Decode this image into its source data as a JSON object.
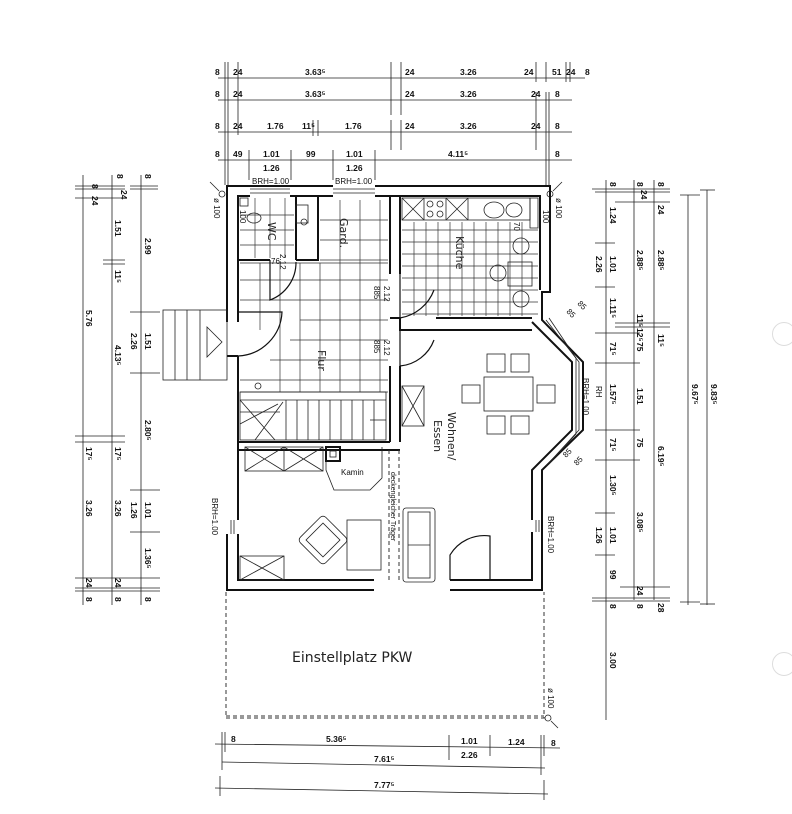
{
  "drawing": {
    "title": "Grundriss Erdgeschoss",
    "rooms": {
      "wc": "WC",
      "gard": "Gard.",
      "kueche": "Küche",
      "flur": "Flur",
      "wohnen": "Wohnen/",
      "essen": "Essen",
      "kamin": "Kamin",
      "traeger": "deckengleicher Träger",
      "carport": "Einstellplatz PKW"
    },
    "annotations": {
      "brh_top_left": "BRH=1.00",
      "brh_top_mid": "BRH=1.00",
      "brh_left": "BRH=1.00",
      "brh_right": "BRH=1.00",
      "brh_bay": "BRH=1.00",
      "rh": "RH",
      "door_wc_w": "76",
      "door_wc_h": "2.12",
      "door_gard_w": "885",
      "door_gard_h": "2.12",
      "door_wohn_w": "885",
      "door_wohn_h": "2.12",
      "wc_window": "100",
      "kitchen_window": "100",
      "kitchen_70": "70",
      "pipe_tl": "ø 100",
      "pipe_tr": "ø 100",
      "pipe_br": "ø 100",
      "bay_top_a": "85",
      "bay_top_b": "85",
      "bay_bot_a": "85",
      "bay_bot_b": "85"
    },
    "dims_top": {
      "row1": [
        "8",
        "24",
        "3.63⁵",
        "24",
        "3.26",
        "24",
        "51",
        "24",
        "8"
      ],
      "row2": [
        "8",
        "24",
        "3.63⁵",
        "24",
        "3.26",
        "24",
        "8"
      ],
      "row3": [
        "8",
        "24",
        "1.76",
        "11⁵",
        "1.76",
        "24",
        "3.26",
        "24",
        "8"
      ],
      "row4": [
        "8",
        "49",
        "1.01",
        "99",
        "1.01",
        "4.11⁵",
        "8"
      ],
      "row4_sub": [
        "1.26",
        "1.26"
      ]
    },
    "dims_left": {
      "col1": [
        "8",
        "24",
        "5.76",
        "17⁵",
        "3.26",
        "24",
        "8"
      ],
      "col2": [
        "8",
        "24",
        "1.51",
        "11⁵",
        "4.13⁵",
        "17⁵",
        "3.26",
        "24",
        "8"
      ],
      "col3": [
        "8",
        "2.99",
        "1.51",
        "2.26",
        "2.80⁵",
        "1.01",
        "1.26",
        "1.36⁵",
        "8"
      ]
    },
    "dims_right": {
      "col1": [
        "8",
        "1.24",
        "1.01",
        "2.26",
        "1.11⁵",
        "71⁵",
        "1.57⁵",
        "71⁵",
        "1.30⁵",
        "1.01",
        "1.26",
        "99",
        "8",
        "3.00"
      ],
      "col2": [
        "8",
        "24",
        "2.88⁵",
        "11⁵",
        "12⁵",
        "75",
        "1.51",
        "75",
        "3.08⁵",
        "24",
        "8"
      ],
      "col3": [
        "8",
        "24",
        "2.88⁵",
        "11⁵",
        "6.19⁵",
        "28"
      ],
      "col4": [
        "9.67⁵"
      ],
      "col5": [
        "9.83⁵"
      ]
    },
    "dims_bottom": {
      "row1": [
        "8",
        "5.36⁵",
        "1.01",
        "1.24",
        "8"
      ],
      "row1_sub": "2.26",
      "row2": "7.61⁵",
      "row3": "7.77⁵"
    }
  }
}
